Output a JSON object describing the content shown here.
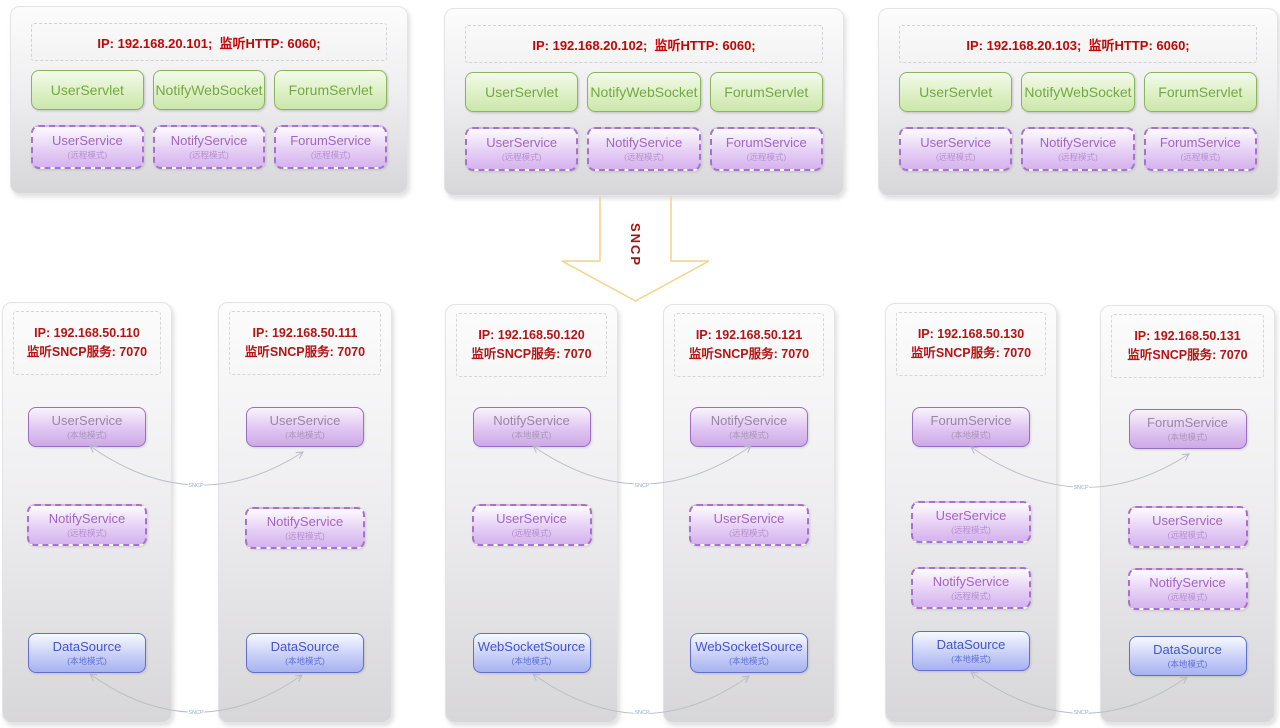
{
  "sncp": {
    "arrow_label": "SNCP",
    "connector_label": "SNCP"
  },
  "web_servers": [
    {
      "header": "IP: 192.168.20.101;  监听HTTP: 6060;",
      "servlets": [
        "UserServlet",
        "NotifyWebSocket",
        "ForumServlet"
      ],
      "services": [
        {
          "name": "UserService",
          "mode": "(远程模式)"
        },
        {
          "name": "NotifyService",
          "mode": "(远程模式)"
        },
        {
          "name": "ForumService",
          "mode": "(远程模式)"
        }
      ]
    },
    {
      "header": "IP: 192.168.20.102;  监听HTTP: 6060;",
      "servlets": [
        "UserServlet",
        "NotifyWebSocket",
        "ForumServlet"
      ],
      "services": [
        {
          "name": "UserService",
          "mode": "(远程模式)"
        },
        {
          "name": "NotifyService",
          "mode": "(远程模式)"
        },
        {
          "name": "ForumService",
          "mode": "(远程模式)"
        }
      ]
    },
    {
      "header": "IP: 192.168.20.103;  监听HTTP: 6060;",
      "servlets": [
        "UserServlet",
        "NotifyWebSocket",
        "ForumServlet"
      ],
      "services": [
        {
          "name": "UserService",
          "mode": "(远程模式)"
        },
        {
          "name": "NotifyService",
          "mode": "(远程模式)"
        },
        {
          "name": "ForumService",
          "mode": "(远程模式)"
        }
      ]
    }
  ],
  "service_nodes": [
    {
      "ip": "IP: 192.168.50.110",
      "listen": "监听SNCP服务: 7070",
      "services": [
        {
          "name": "UserService",
          "mode": "(本地模式)"
        },
        {
          "name": "NotifyService",
          "mode": "(远程模式)"
        },
        {
          "name": "DataSource",
          "mode": "(本地模式)"
        }
      ]
    },
    {
      "ip": "IP: 192.168.50.111",
      "listen": "监听SNCP服务: 7070",
      "services": [
        {
          "name": "UserService",
          "mode": "(本地模式)"
        },
        {
          "name": "NotifyService",
          "mode": "(远程模式)"
        },
        {
          "name": "DataSource",
          "mode": "(本地模式)"
        }
      ]
    },
    {
      "ip": "IP: 192.168.50.120",
      "listen": "监听SNCP服务: 7070",
      "services": [
        {
          "name": "NotifyService",
          "mode": "(本地模式)"
        },
        {
          "name": "UserService",
          "mode": "(远程模式)"
        },
        {
          "name": "WebSocketSource",
          "mode": "(本地模式)"
        }
      ]
    },
    {
      "ip": "IP: 192.168.50.121",
      "listen": "监听SNCP服务: 7070",
      "services": [
        {
          "name": "NotifyService",
          "mode": "(本地模式)"
        },
        {
          "name": "UserService",
          "mode": "(远程模式)"
        },
        {
          "name": "WebSocketSource",
          "mode": "(本地模式)"
        }
      ]
    },
    {
      "ip": "IP: 192.168.50.130",
      "listen": "监听SNCP服务: 7070",
      "services": [
        {
          "name": "ForumService",
          "mode": "(本地模式)"
        },
        {
          "name": "UserService",
          "mode": "(远程模式)"
        },
        {
          "name": "NotifyService",
          "mode": "(远程模式)"
        },
        {
          "name": "DataSource",
          "mode": "(本地模式)"
        }
      ]
    },
    {
      "ip": "IP: 192.168.50.131",
      "listen": "监听SNCP服务: 7070",
      "services": [
        {
          "name": "ForumService",
          "mode": "(本地模式)"
        },
        {
          "name": "UserService",
          "mode": "(远程模式)"
        },
        {
          "name": "NotifyService",
          "mode": "(远程模式)"
        },
        {
          "name": "DataSource",
          "mode": "(本地模式)"
        }
      ]
    }
  ]
}
